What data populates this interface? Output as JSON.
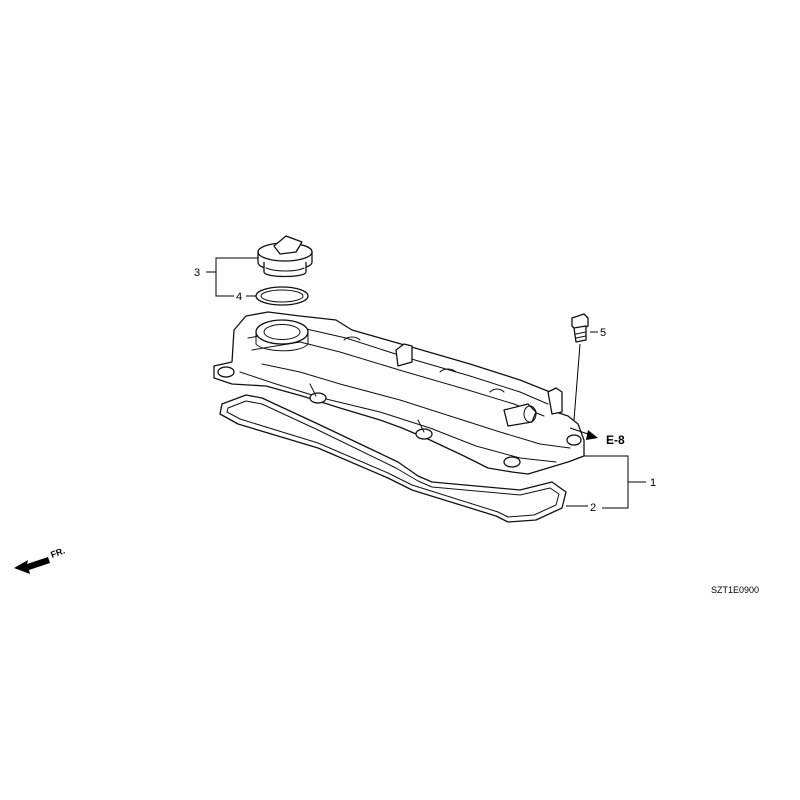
{
  "callouts": {
    "c1": "1",
    "c2": "2",
    "c3": "3",
    "c4": "4",
    "c5": "5"
  },
  "reference": "E-8",
  "front_marker": "FR.",
  "diagram_code": "SZT1E0900"
}
